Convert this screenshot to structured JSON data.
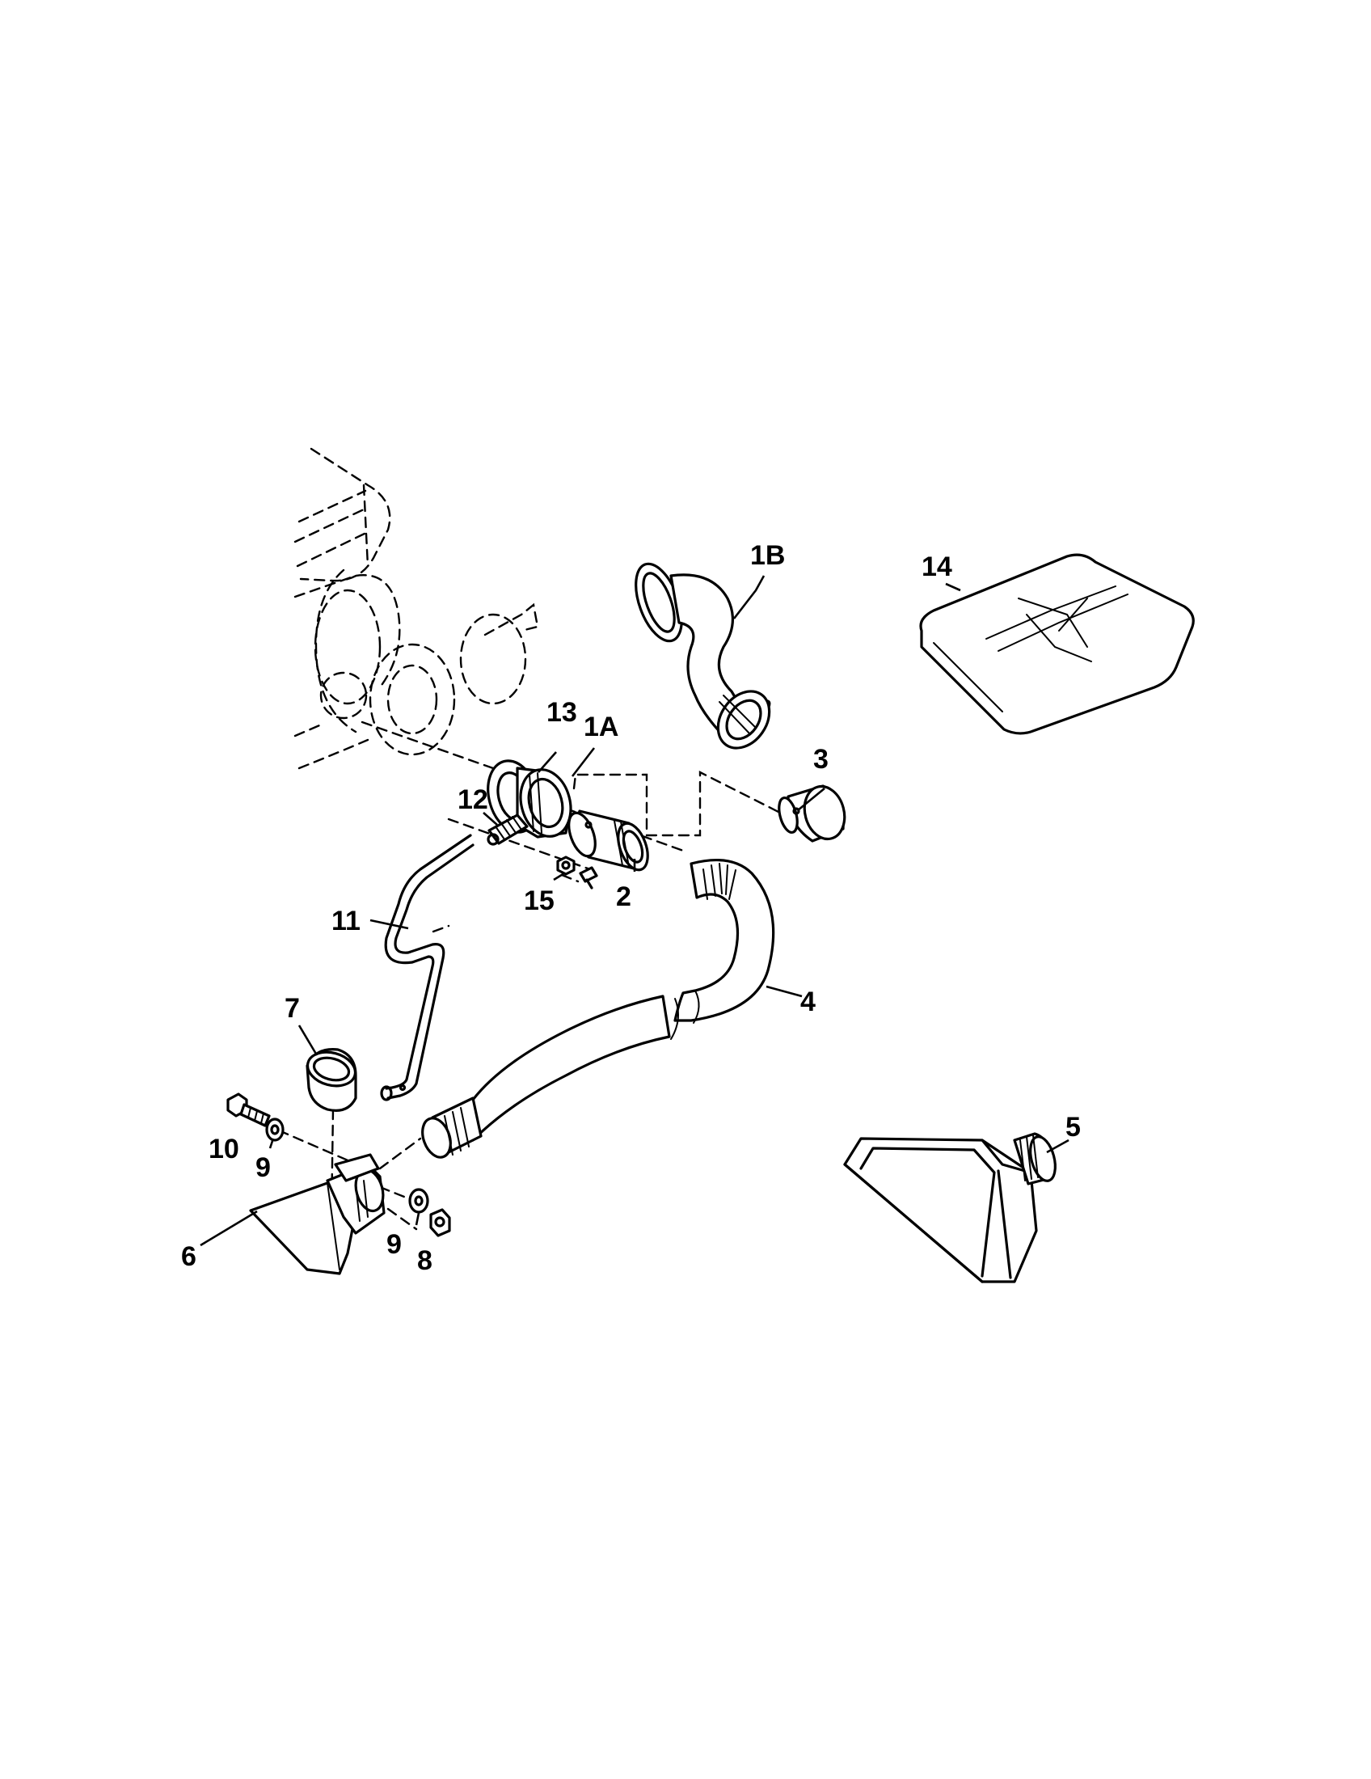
{
  "callouts": {
    "c1b": "1B",
    "c14": "14",
    "c13": "13",
    "c1a": "1A",
    "c3": "3",
    "c12": "12",
    "c15": "15",
    "c2": "2",
    "c11": "11",
    "c4": "4",
    "c7": "7",
    "c5": "5",
    "c10": "10",
    "c9a": "9",
    "c9b": "9",
    "c8": "8",
    "c6": "6"
  },
  "colors": {
    "ink": "#000000",
    "paper": "#ffffff"
  }
}
